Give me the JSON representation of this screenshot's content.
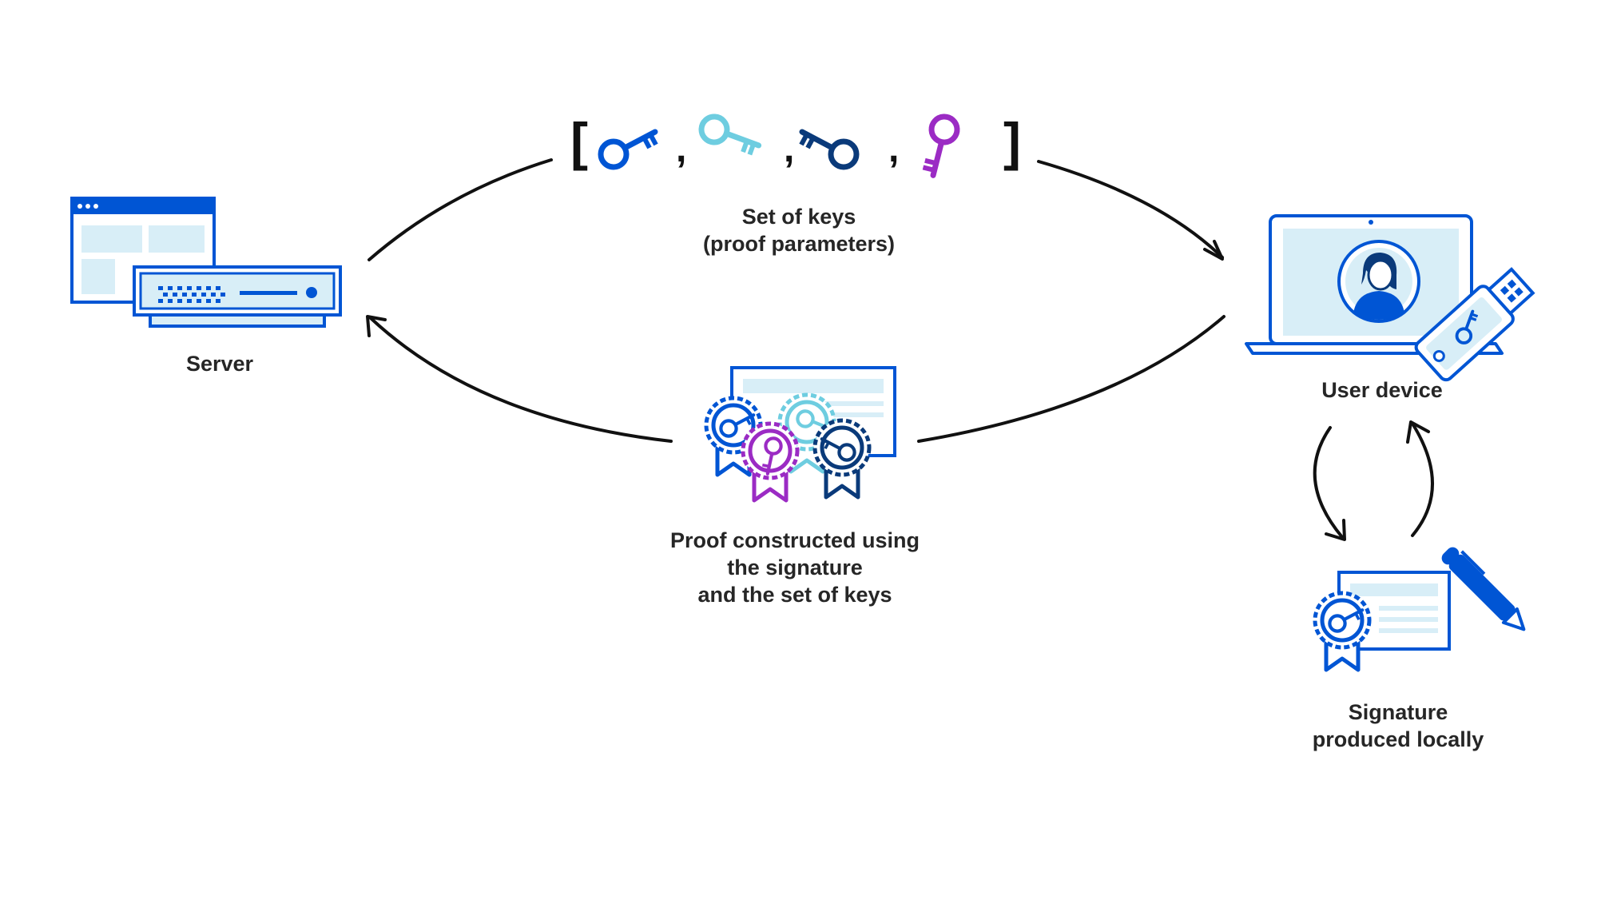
{
  "colors": {
    "blue": "#0055d4",
    "light_blue": "#6ecde0",
    "navy": "#0a3a7a",
    "purple": "#9b2bc4",
    "pale_fill": "#d8eef7",
    "arrow": "#111111",
    "text": "#262626"
  },
  "keys": {
    "bracket_open": "[",
    "bracket_close": "]",
    "separator": ",",
    "items": [
      {
        "icon": "key-icon",
        "color": "blue"
      },
      {
        "icon": "key-icon",
        "color": "light_blue"
      },
      {
        "icon": "key-icon",
        "color": "navy"
      },
      {
        "icon": "key-icon",
        "color": "purple"
      }
    ],
    "label_line1": "Set of keys",
    "label_line2": "(proof parameters)"
  },
  "server": {
    "icon": "server-icon",
    "label": "Server"
  },
  "user_device": {
    "icon": "laptop-icon",
    "secondary_icon": "usb-security-key-icon",
    "label": "User device"
  },
  "proof": {
    "icon": "certificate-with-badges-icon",
    "label_line1": "Proof constructed using",
    "label_line2": "the signature",
    "label_line3": "and the set of keys"
  },
  "signature": {
    "icon": "signed-certificate-icon",
    "label_line1": "Signature",
    "label_line2": "produced locally"
  },
  "arrows": [
    {
      "from": "server",
      "to": "user_device",
      "via": "set of keys"
    },
    {
      "from": "user_device",
      "to": "server",
      "via": "proof"
    },
    {
      "from": "user_device",
      "to": "signature"
    },
    {
      "from": "signature",
      "to": "user_device"
    }
  ]
}
